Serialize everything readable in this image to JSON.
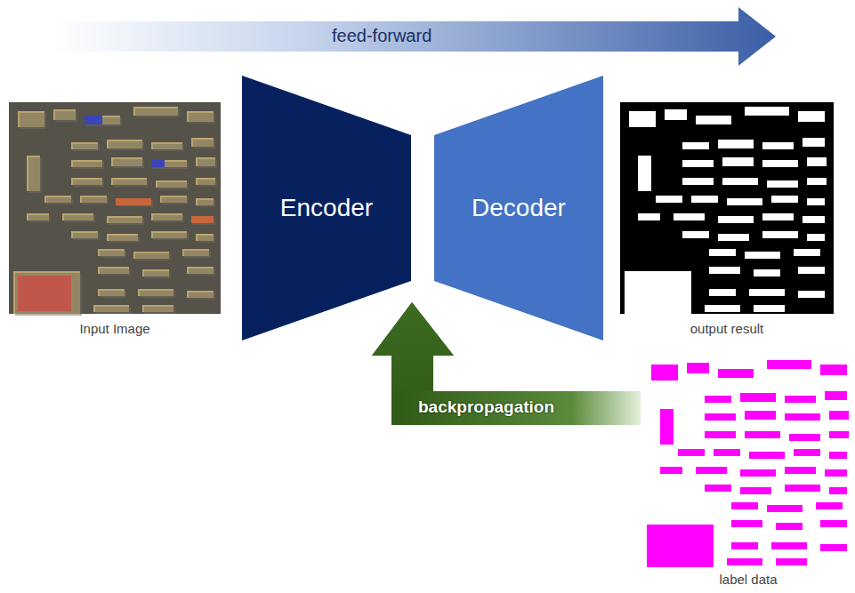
{
  "diagram": {
    "nodes": [
      {
        "text": [
          "Input Image"
        ]
      },
      {
        "text": [
          "Encoder"
        ]
      },
      {
        "text": [
          "Decoder"
        ]
      },
      {
        "text": [
          "output result"
        ]
      },
      {
        "text": [
          "label data"
        ]
      }
    ],
    "labels": [
      "feed-forward",
      "backpropagation"
    ]
  }
}
